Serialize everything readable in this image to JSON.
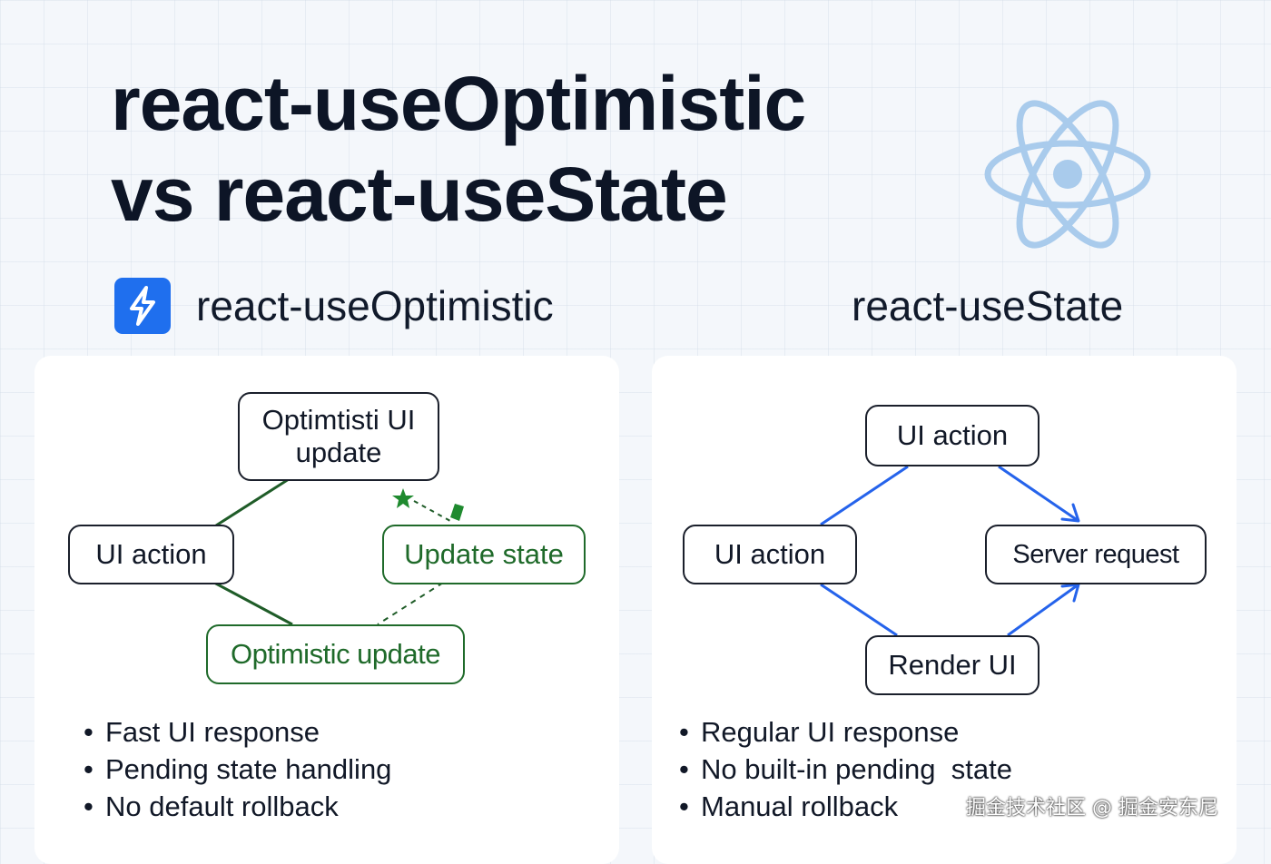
{
  "title": {
    "line1": "react-useOptimistic",
    "line2": "vs react-useState"
  },
  "icons": {
    "logo": "react-atom-icon",
    "badge": "lightning-bolt-icon"
  },
  "colors": {
    "accent_blue": "#1f6fee",
    "optimistic_green": "#1f6a2a",
    "state_flow_blue": "#2563eb"
  },
  "optimistic": {
    "heading": "react-useOptimistic",
    "nodes": {
      "ui_update": "Optimtisti UI update",
      "ui_action": "UI action",
      "update_state": "Update state",
      "optimistic_update": "Optimistic update"
    },
    "bullets": [
      "Fast UI response",
      "Pending state handling",
      "No default rollback"
    ]
  },
  "usestate": {
    "heading": "react-useState",
    "nodes": {
      "ui_action_top": "UI action",
      "ui_action_left": "UI action",
      "server_request": "Server request",
      "render_ui": "Render UI"
    },
    "bullets": [
      "Regular UI response",
      "No built-in pending  state",
      "Manual rollback"
    ]
  },
  "watermark": "掘金技术社区 @ 掘金安东尼"
}
